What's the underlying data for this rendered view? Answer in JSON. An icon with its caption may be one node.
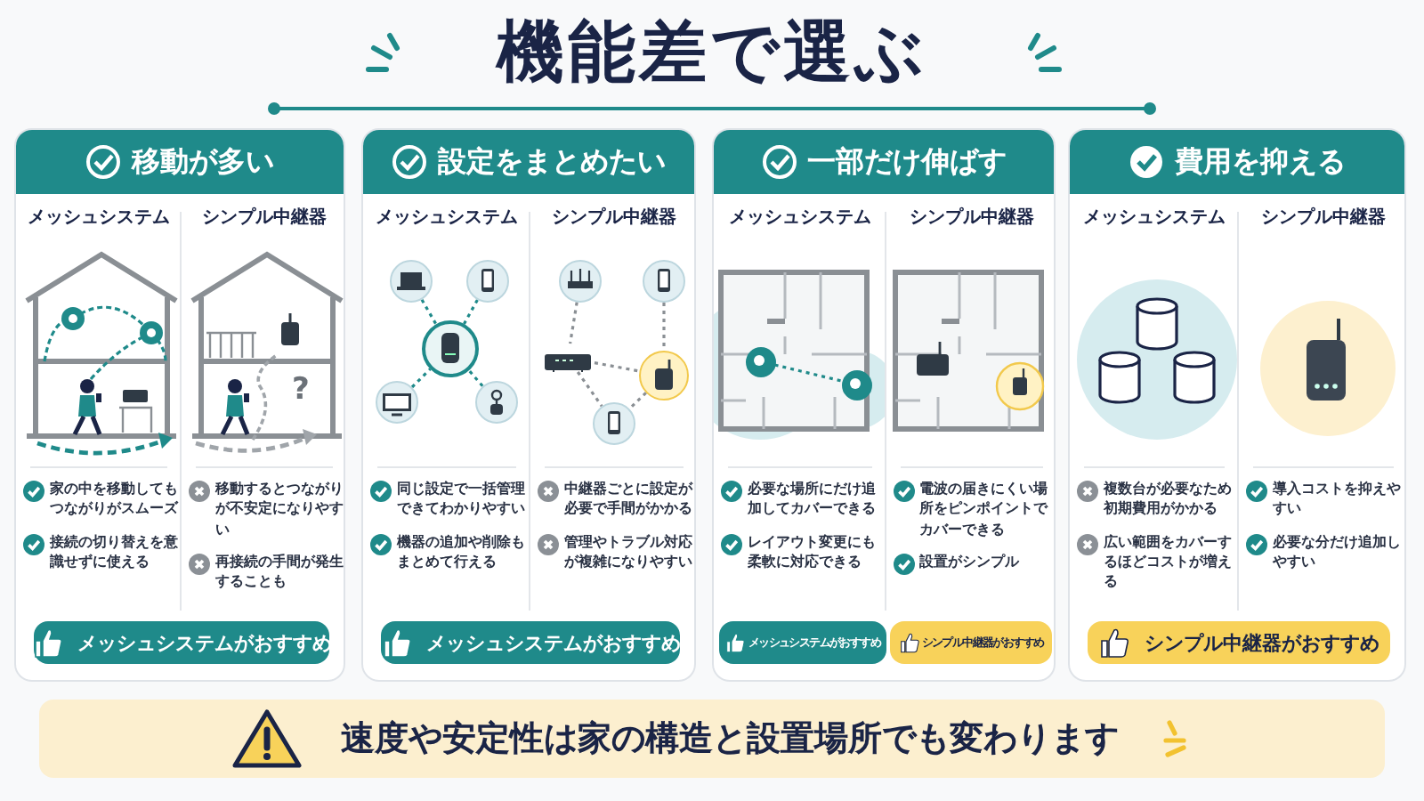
{
  "diagram": {
    "title": "機能差で選ぶ",
    "nodes": [
      {
        "text": [
          "移動が多い"
        ]
      },
      {
        "text": [
          "メッシュシステムがおすすめ"
        ],
        "in": 0
      },
      {
        "text": [
          "設定をまとめたい"
        ]
      },
      {
        "text": [],
        "shape": "picture",
        "in": 2
      },
      {
        "text": [],
        "shape": "picture",
        "in": 2
      },
      {
        "text": [],
        "shape": "picture",
        "in": 2
      },
      {
        "text": [],
        "shape": "picture",
        "in": 2
      },
      {
        "text": [],
        "shape": "picture",
        "in": 2
      },
      {
        "text": [],
        "shape": "picture",
        "in": 2
      },
      {
        "text": [],
        "shape": "picture",
        "in": 2
      },
      {
        "text": [],
        "shape": "picture",
        "in": 2
      },
      {
        "text": [],
        "shape": "picture",
        "in": 2
      },
      {
        "text": [],
        "shape": "picture",
        "in": 2
      },
      {
        "text": [
          "メッシュシステムがおすすめ"
        ],
        "in": 2
      },
      {
        "text": [
          "一部だけ伸ばす"
        ]
      },
      {
        "text": [],
        "shape": "circle",
        "in": 14
      },
      {
        "text": [],
        "shape": "circle",
        "in": 14
      },
      {
        "text": [
          "メッシュシステムがおすすめ"
        ],
        "in": 14
      },
      {
        "text": [
          "シンプル中継器がおすすめ"
        ],
        "in": 14
      },
      {
        "text": [
          "費用を抑える"
        ]
      },
      {
        "text": [
          "シンプル中継器がおすすめ"
        ],
        "in": 19
      },
      {
        "text": [
          "速度や安定性は家の構造と設置場所でも変わります"
        ]
      }
    ],
    "edges": [
      {
        "from": 3,
        "to": 5,
        "arrow": "none",
        "style": "dashed",
        "color": "#1f8a8a"
      },
      {
        "from": 4,
        "to": 5,
        "arrow": "none",
        "style": "dashed",
        "color": "#1f8a8a"
      },
      {
        "from": 6,
        "to": 5,
        "arrow": "none",
        "style": "dashed",
        "color": "#1f8a8a"
      },
      {
        "from": 7,
        "to": 5,
        "arrow": "none",
        "style": "dashed",
        "color": "#1f8a8a"
      },
      {
        "from": 8,
        "to": 10,
        "arrow": "none",
        "style": "dashed",
        "color": "#8a8f94"
      },
      {
        "from": 10,
        "to": 11,
        "arrow": "none",
        "style": "dashed",
        "color": "#8a8f94"
      },
      {
        "from": 9,
        "to": 11,
        "arrow": "none",
        "style": "dashed",
        "color": "#8a8f94"
      },
      {
        "from": 10,
        "to": 12,
        "arrow": "none",
        "style": "dashed",
        "color": "#8a8f94"
      },
      {
        "from": 11,
        "to": 12,
        "arrow": "none",
        "style": "dashed",
        "color": "#8a8f94"
      },
      {
        "from": 15,
        "to": 16,
        "arrow": "none",
        "style": "dashed",
        "color": "#1f8a8a"
      }
    ],
    "labels": [
      "メッシュシステム",
      "シンプル中継器",
      "?",
      "家の中を移動してもつながりがスムーズ",
      "接続の切り替えを意識せずに使える",
      "移動するとつながりが不安定になりやすい",
      "再接続の手間が発生することも",
      "メッシュシステム",
      "シンプル中継器",
      "同じ設定で一括管理できてわかりやすい",
      "機器の追加や削除もまとめて行える",
      "中継器ごとに設定が必要で手間がかかる",
      "管理やトラブル対応が複雑になりやすい",
      "メッシュシステム",
      "シンプル中継器",
      "必要な場所にだけ追加してカバーできる",
      "レイアウト変更にも柔軟に対応できる",
      "電波の届きにくい場所をピンポイントでカバーできる",
      "設置がシンプル",
      "メッシュシステム",
      "シンプル中継器",
      "複数台が必要なため初期費用がかかる",
      "広い範囲をカバーするほどコストが増える",
      "導入コストを抑えやすい",
      "必要な分だけ追加しやすい"
    ]
  }
}
